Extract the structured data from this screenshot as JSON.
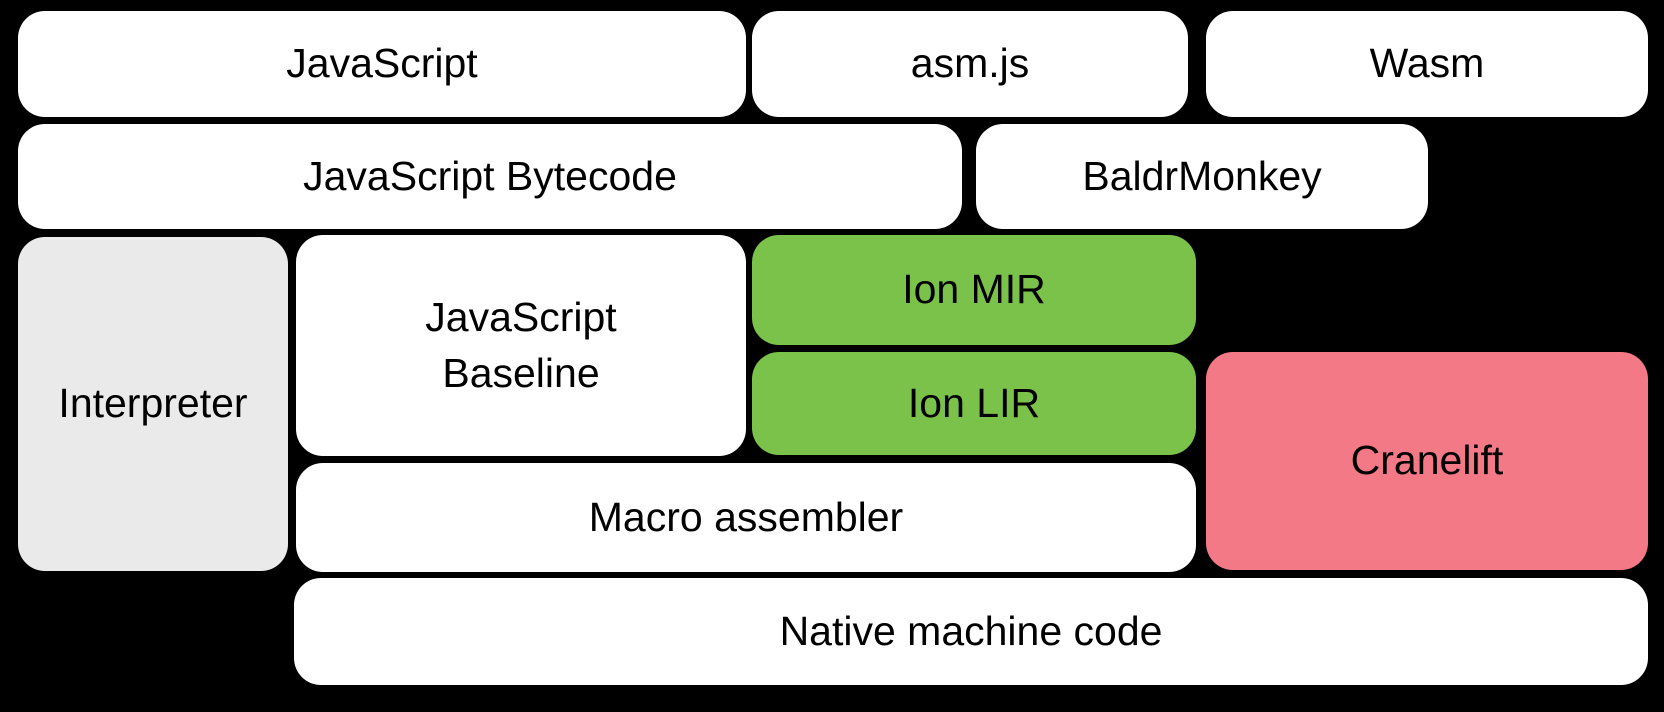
{
  "diagram": {
    "background_color": "#000000",
    "text_color": "#000000",
    "box_colors": {
      "white": "#ffffff",
      "gray": "#eaeaea",
      "green": "#7bc24a",
      "pink": "#f47987"
    },
    "boxes": {
      "javascript": {
        "label": "JavaScript",
        "color": "#ffffff"
      },
      "asmjs": {
        "label": "asm.js",
        "color": "#ffffff"
      },
      "wasm": {
        "label": "Wasm",
        "color": "#ffffff"
      },
      "bytecode": {
        "label": "JavaScript Bytecode",
        "color": "#ffffff"
      },
      "baldrmonkey": {
        "label": "BaldrMonkey",
        "color": "#ffffff"
      },
      "interpreter": {
        "label": "Interpreter",
        "color": "#eaeaea"
      },
      "baseline": {
        "label": "JavaScript Baseline",
        "color": "#ffffff"
      },
      "ion_mir": {
        "label": "Ion MIR",
        "color": "#7bc24a"
      },
      "ion_lir": {
        "label": "Ion LIR",
        "color": "#7bc24a"
      },
      "cranelift": {
        "label": "Cranelift",
        "color": "#f47987"
      },
      "macro_assembler": {
        "label": "Macro assembler",
        "color": "#ffffff"
      },
      "native_machine_code": {
        "label": "Native machine code",
        "color": "#ffffff"
      }
    }
  }
}
